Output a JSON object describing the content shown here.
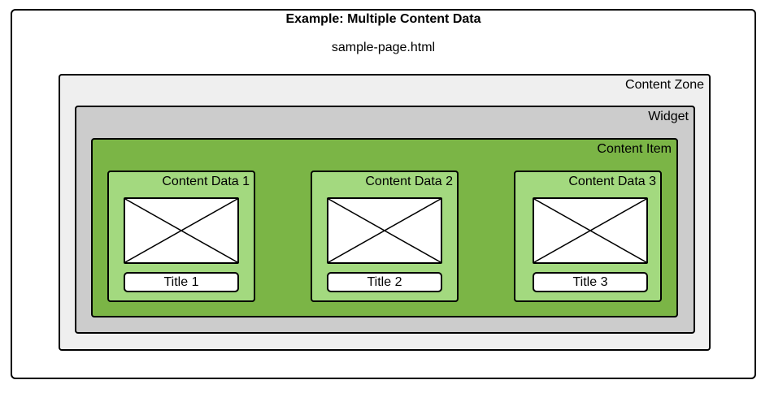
{
  "diagram": {
    "title": "Example: Multiple Content Data",
    "file_name": "sample-page.html",
    "content_zone_label": "Content Zone",
    "widget_label": "Widget",
    "content_item_label": "Content Item",
    "content_data": [
      {
        "label": "Content Data 1",
        "title": "Title 1"
      },
      {
        "label": "Content Data 2",
        "title": "Title 2"
      },
      {
        "label": "Content Data 3",
        "title": "Title 3"
      }
    ],
    "colors": {
      "content_zone": "#efefef",
      "widget": "#cccccc",
      "content_item": "#7bb546",
      "content_data": "#a3d97f",
      "border": "#000000"
    }
  }
}
